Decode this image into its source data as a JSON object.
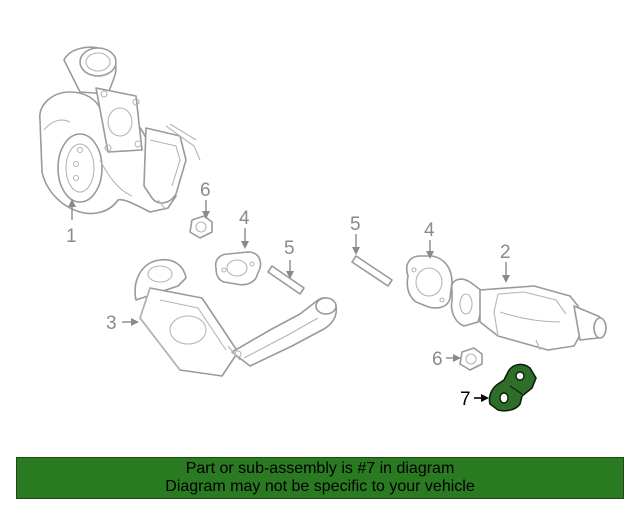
{
  "diagram": {
    "callouts": [
      {
        "number": "1"
      },
      {
        "number": "2"
      },
      {
        "number": "3"
      },
      {
        "number": "4"
      },
      {
        "number": "4"
      },
      {
        "number": "5"
      },
      {
        "number": "5"
      },
      {
        "number": "6"
      },
      {
        "number": "6"
      },
      {
        "number": "7"
      }
    ]
  },
  "banner": {
    "line1": "Part or sub-assembly is #7 in diagram",
    "line2": "Diagram may not be specific to your vehicle"
  },
  "colors": {
    "banner_background": "#2a7a22",
    "highlight_part": "#2f6e2a",
    "line_art": "#9a9a9a"
  }
}
